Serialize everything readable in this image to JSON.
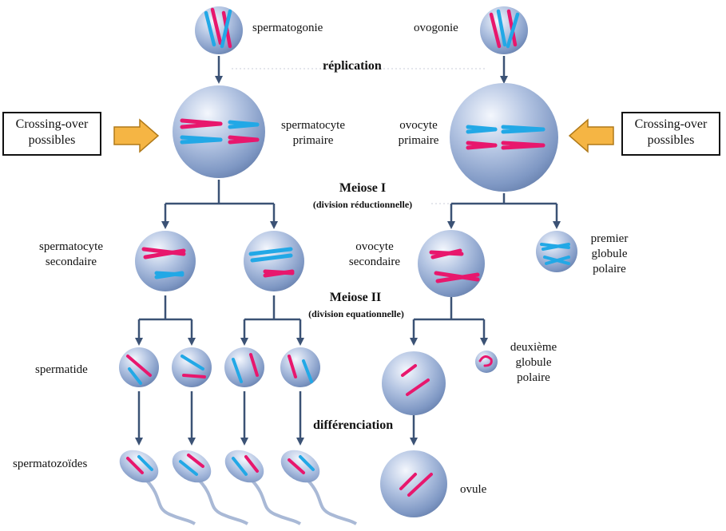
{
  "labels": {
    "spermatogonie": "spermatogonie",
    "ovogonie": "ovogonie",
    "replication": "réplication",
    "crossing_left": [
      "Crossing-over",
      "possibles"
    ],
    "crossing_right": [
      "Crossing-over",
      "possibles"
    ],
    "spermatocyte_primaire": [
      "spermatocyte",
      "primaire"
    ],
    "ovocyte_primaire": [
      "ovocyte",
      "primaire"
    ],
    "meiose1": "Meiose I",
    "meiose1_sub": "(division réductionnelle)",
    "spermatocyte_secondaire": [
      "spermatocyte",
      "secondaire"
    ],
    "ovocyte_secondaire": [
      "ovocyte",
      "secondaire"
    ],
    "premier_globule": [
      "premier",
      "globule",
      "polaire"
    ],
    "meiose2": "Meiose II",
    "meiose2_sub": "(division equationnelle)",
    "spermatide": "spermatide",
    "deuxieme_globule": [
      "deuxième",
      "globule",
      "polaire"
    ],
    "differenciation": "différenciation",
    "spermatozoides": "spermatozoïdes",
    "ovule": "ovule"
  },
  "colors": {
    "chromosome_paternal": "#e8176d",
    "chromosome_maternal": "#22a8e6",
    "arrow": "#3b5275",
    "cell": "#8fa7cf",
    "crossing_arrow": "#f5b544"
  }
}
